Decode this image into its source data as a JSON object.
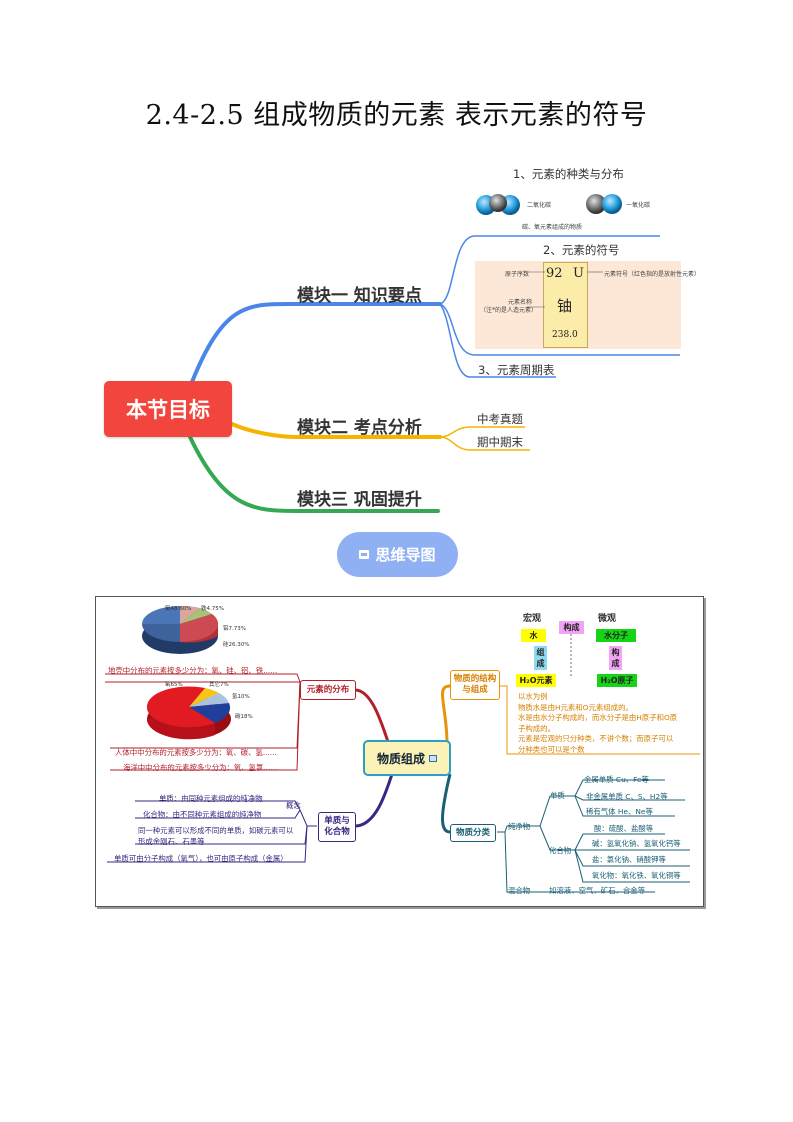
{
  "title": "2.4-2.5  组成物质的元素  表示元素的符号",
  "root": "本节目标",
  "modules": [
    {
      "label": "模块一 知识要点",
      "color": "#4a86e8"
    },
    {
      "label": "模块二 考点分析",
      "color": "#f4b400"
    },
    {
      "label": "模块三 巩固提升",
      "color": "#34a853"
    }
  ],
  "module1": {
    "item1": "1、元素的种类与分布",
    "co2_label": "二氧化碳",
    "co_label": "一氧化碳",
    "caption": "碳、氧元素组成的物质",
    "item2": "2、元素的符号",
    "card": {
      "number": "92",
      "symbol": "U",
      "name": "铀",
      "mass": "238.0",
      "label_number": "原子序数",
      "label_symbol": "元素符号（红色指的是放射性元素）",
      "label_name": "元素名称",
      "label_name2": "（注*的是人造元素）"
    },
    "item3": "3、元素周期表"
  },
  "module2": {
    "items": [
      "中考真题",
      "期中期末"
    ]
  },
  "mindmap_button": "思维导图",
  "panel": {
    "center": "物质组成",
    "crust_pie": {
      "o": "氧48.60%",
      "fe": "铁4.75%",
      "al": "铝7.73%",
      "si": "硅26.30%"
    },
    "body_pie": {
      "o": "氧65%",
      "other": "其它7%",
      "h": "氢10%",
      "c": "碳18%"
    },
    "crust_text": "地壳中分布的元素按多少分为：氧、硅、铝、铁......",
    "body_text": "人体中中分布的元素按多少分为：氧、碳、氢......",
    "sea_text": "海洋中中分布的元素按多少分为：氧、氢氯......",
    "node_distribution": "元素的分布",
    "node_simple": "单质与\n化合物",
    "concept": "概念",
    "simple_def": "单质：由同种元素组成的纯净物",
    "compound_def": "化合物：由不同种元素组成的纯净物",
    "allotrope1": "同一种元素可以形成不同的单质，如碳元素可以",
    "allotrope2": "形成金刚石、石墨等",
    "simple_compose": "单质可由分子构成（氧气），也可由原子构成（金属）",
    "node_structure": "物质的结构\n与组成",
    "macro": "宏观",
    "micro": "微观",
    "compose": "构成",
    "water": "水",
    "water_molecule": "水分子",
    "zu": "组",
    "cheng": "成",
    "gou": "构",
    "cheng2": "成",
    "h2o_element": "H₂O元素",
    "h2o_atom": "H₂O原子",
    "water_notes": [
      "以水为例",
      "物质水是由H元素和O元素组成的。",
      "水是由水分子构成的，而水分子是由H原子和O原",
      "子构成的。",
      "元素是宏观的只分种类，不讲个数；而原子可以",
      "分种类也可以是个数"
    ],
    "node_classify": "物质分类",
    "pure": "纯净物",
    "simple": "单质",
    "metal": "金属单质    Cu、Fe等",
    "nonmetal": "非金属单质    C、S、H2等",
    "noble": "稀有气体    He、Ne等",
    "compound": "化合物",
    "acid": "酸：硫酸、盐酸等",
    "base": "碱：氢氧化钠、氢氧化钙等",
    "salt": "盐：氯化钠、硝酸钾等",
    "oxide": "氧化物：氧化铁、氧化铜等",
    "mixture": "混合物",
    "mixture_ex": "如溶液、空气、矿石、合金等"
  }
}
